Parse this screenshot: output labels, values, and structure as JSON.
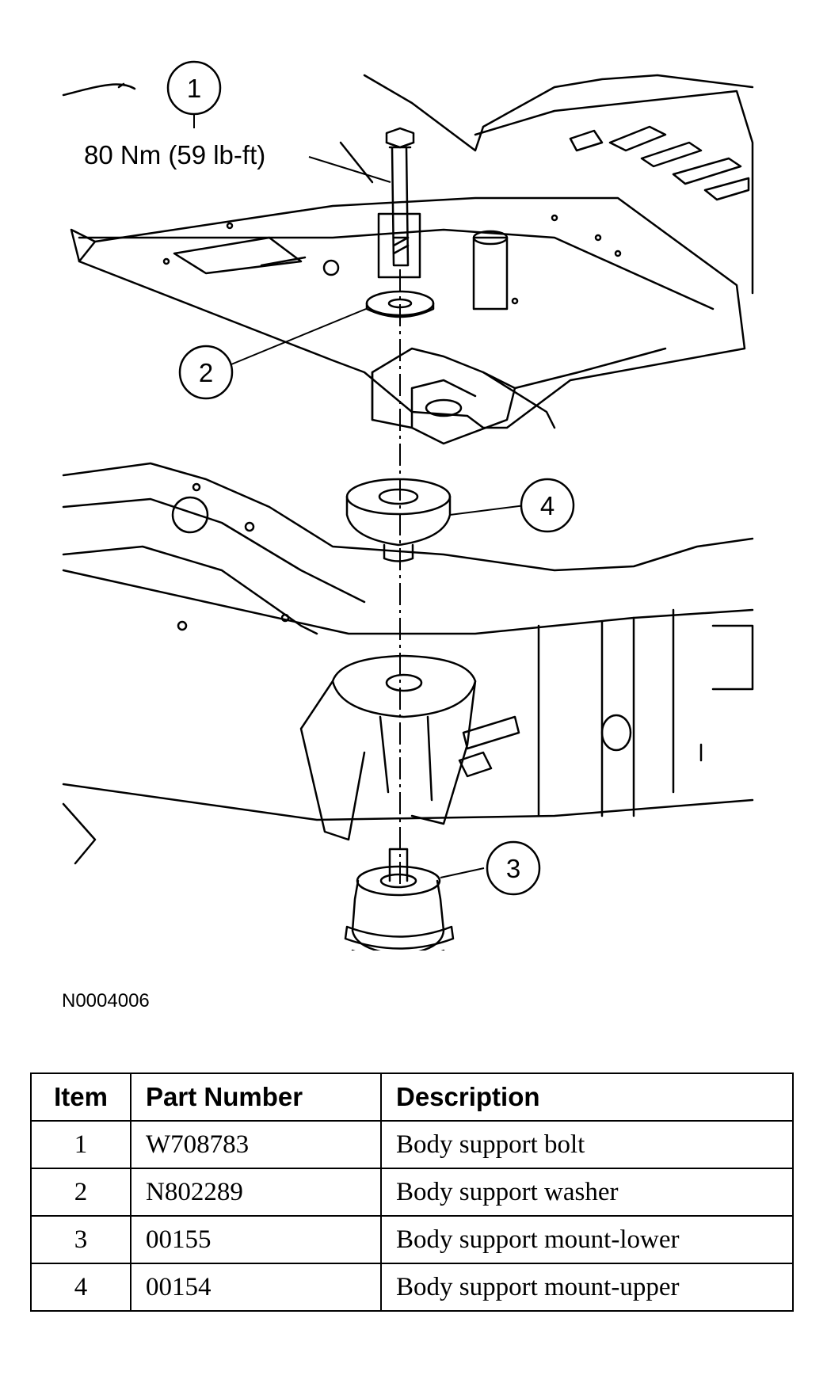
{
  "diagram": {
    "callouts": [
      {
        "number": "1"
      },
      {
        "number": "2"
      },
      {
        "number": "3"
      },
      {
        "number": "4"
      }
    ],
    "torque_label": "80 Nm (59 lb-ft)",
    "figure_id": "N0004006"
  },
  "table": {
    "headers": [
      "Item",
      "Part Number",
      "Description"
    ],
    "rows": [
      {
        "item": "1",
        "part_number": "W708783",
        "description": "Body support bolt"
      },
      {
        "item": "2",
        "part_number": "N802289",
        "description": "Body support washer"
      },
      {
        "item": "3",
        "part_number": "00155",
        "description": "Body support mount-lower"
      },
      {
        "item": "4",
        "part_number": "00154",
        "description": "Body support mount-upper"
      }
    ]
  }
}
